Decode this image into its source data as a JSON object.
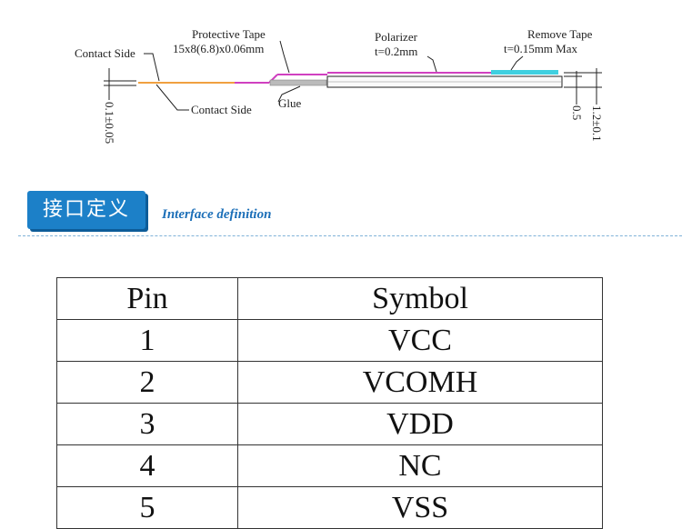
{
  "diagram": {
    "labels": {
      "contact_side_left": "Contact Side",
      "protective_tape": "Protective Tape",
      "protective_tape_dims": "15x8(6.8)x0.06mm",
      "polarizer": "Polarizer",
      "polarizer_t": "t=0.2mm",
      "remove_tape": "Remove Tape",
      "remove_tape_t": "t=0.15mm Max",
      "glue": "Glue",
      "contact_side_bottom": "Contact Side",
      "dim_left": "0.1±0.05",
      "dim_mid": "0.5",
      "dim_right": "1.2±0.1"
    },
    "colors": {
      "contact": "#f0a040",
      "tape": "#d040c0",
      "remove_tape": "#40d0e0",
      "line": "#222222"
    }
  },
  "section": {
    "title": "接口定义",
    "subtitle": "Interface definition"
  },
  "table": {
    "headers": [
      "Pin",
      "Symbol"
    ],
    "rows": [
      {
        "pin": "1",
        "symbol": "VCC"
      },
      {
        "pin": "2",
        "symbol": "VCOMH"
      },
      {
        "pin": "3",
        "symbol": "VDD"
      },
      {
        "pin": "4",
        "symbol": "NC"
      },
      {
        "pin": "5",
        "symbol": "VSS"
      }
    ]
  }
}
